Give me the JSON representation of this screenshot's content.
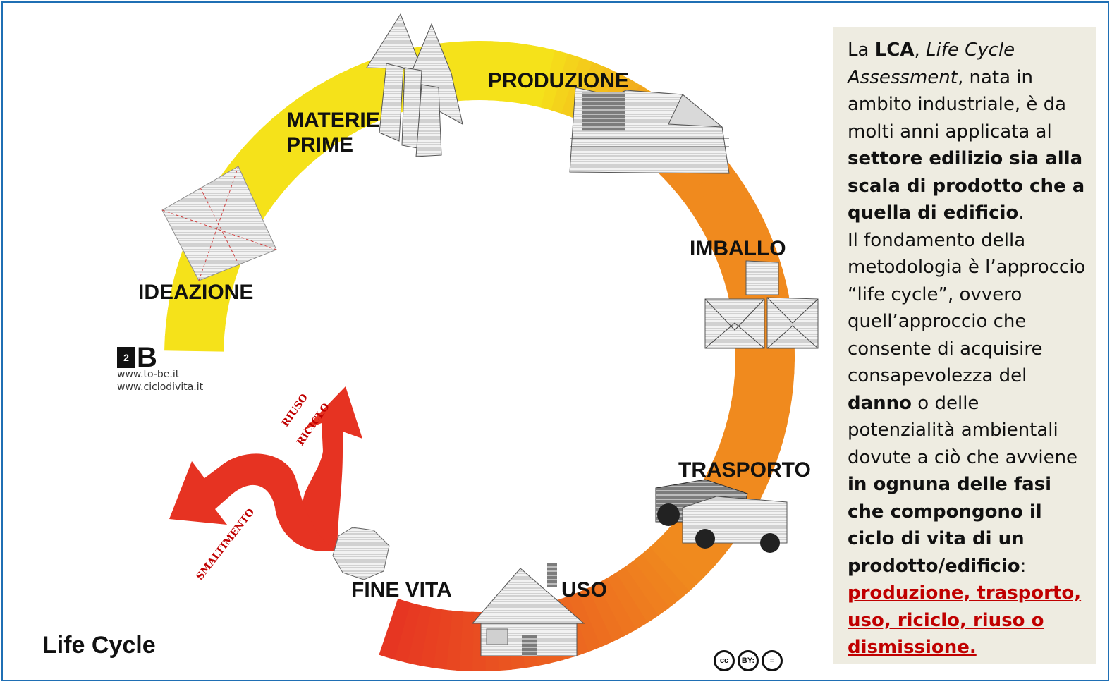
{
  "diagram_title": "Life Cycle",
  "stages": [
    {
      "id": "materie-prime",
      "label": "MATERIE PRIME"
    },
    {
      "id": "produzione",
      "label": "PRODUZIONE"
    },
    {
      "id": "imballo",
      "label": "IMBALLO"
    },
    {
      "id": "trasporto",
      "label": "TRASPORTO"
    },
    {
      "id": "uso",
      "label": "USO"
    },
    {
      "id": "fine-vita",
      "label": "FINE VITA"
    },
    {
      "id": "ideazione",
      "label": "IDEAZIONE"
    }
  ],
  "arrows": {
    "riuso": "RIUSO",
    "riciclo": "RICICLO",
    "smaltimento": "SMALTIMENTO"
  },
  "brand": {
    "logo_small": "2",
    "logo_big": "B",
    "url1": "www.to-be.it",
    "url2": "www.ciclodivita.it"
  },
  "license": {
    "cc": "cc",
    "by": "BY:",
    "nd": "="
  },
  "description": {
    "t1": "La ",
    "t2": "LCA",
    "t3": ", ",
    "t4": "Life Cycle Assessment",
    "t5": ", nata in ambito industriale, è da molti anni applicata al ",
    "t6": "settore edilizio sia alla scala di prodotto che a quella di edificio",
    "t7": ".",
    "t8": "Il fondamento della metodologia è l’approccio “life cycle”, ovvero quell’approccio che consente di acquisire consapevolezza del ",
    "t9": "danno",
    "t10": " o delle potenzialità ambientali dovute a ciò che avviene ",
    "t11": "in ognuna delle fasi che compongono il ciclo di vita di un prodotto/edificio",
    "t12": ":",
    "t13": "produzione, trasporto, uso, riciclo, riuso o dismissione."
  },
  "colors": {
    "ring_yellow": "#f5e21a",
    "ring_orange": "#f08a1e",
    "ring_red": "#e63322",
    "box_bg": "#eeece1",
    "accent_red": "#c00000"
  }
}
